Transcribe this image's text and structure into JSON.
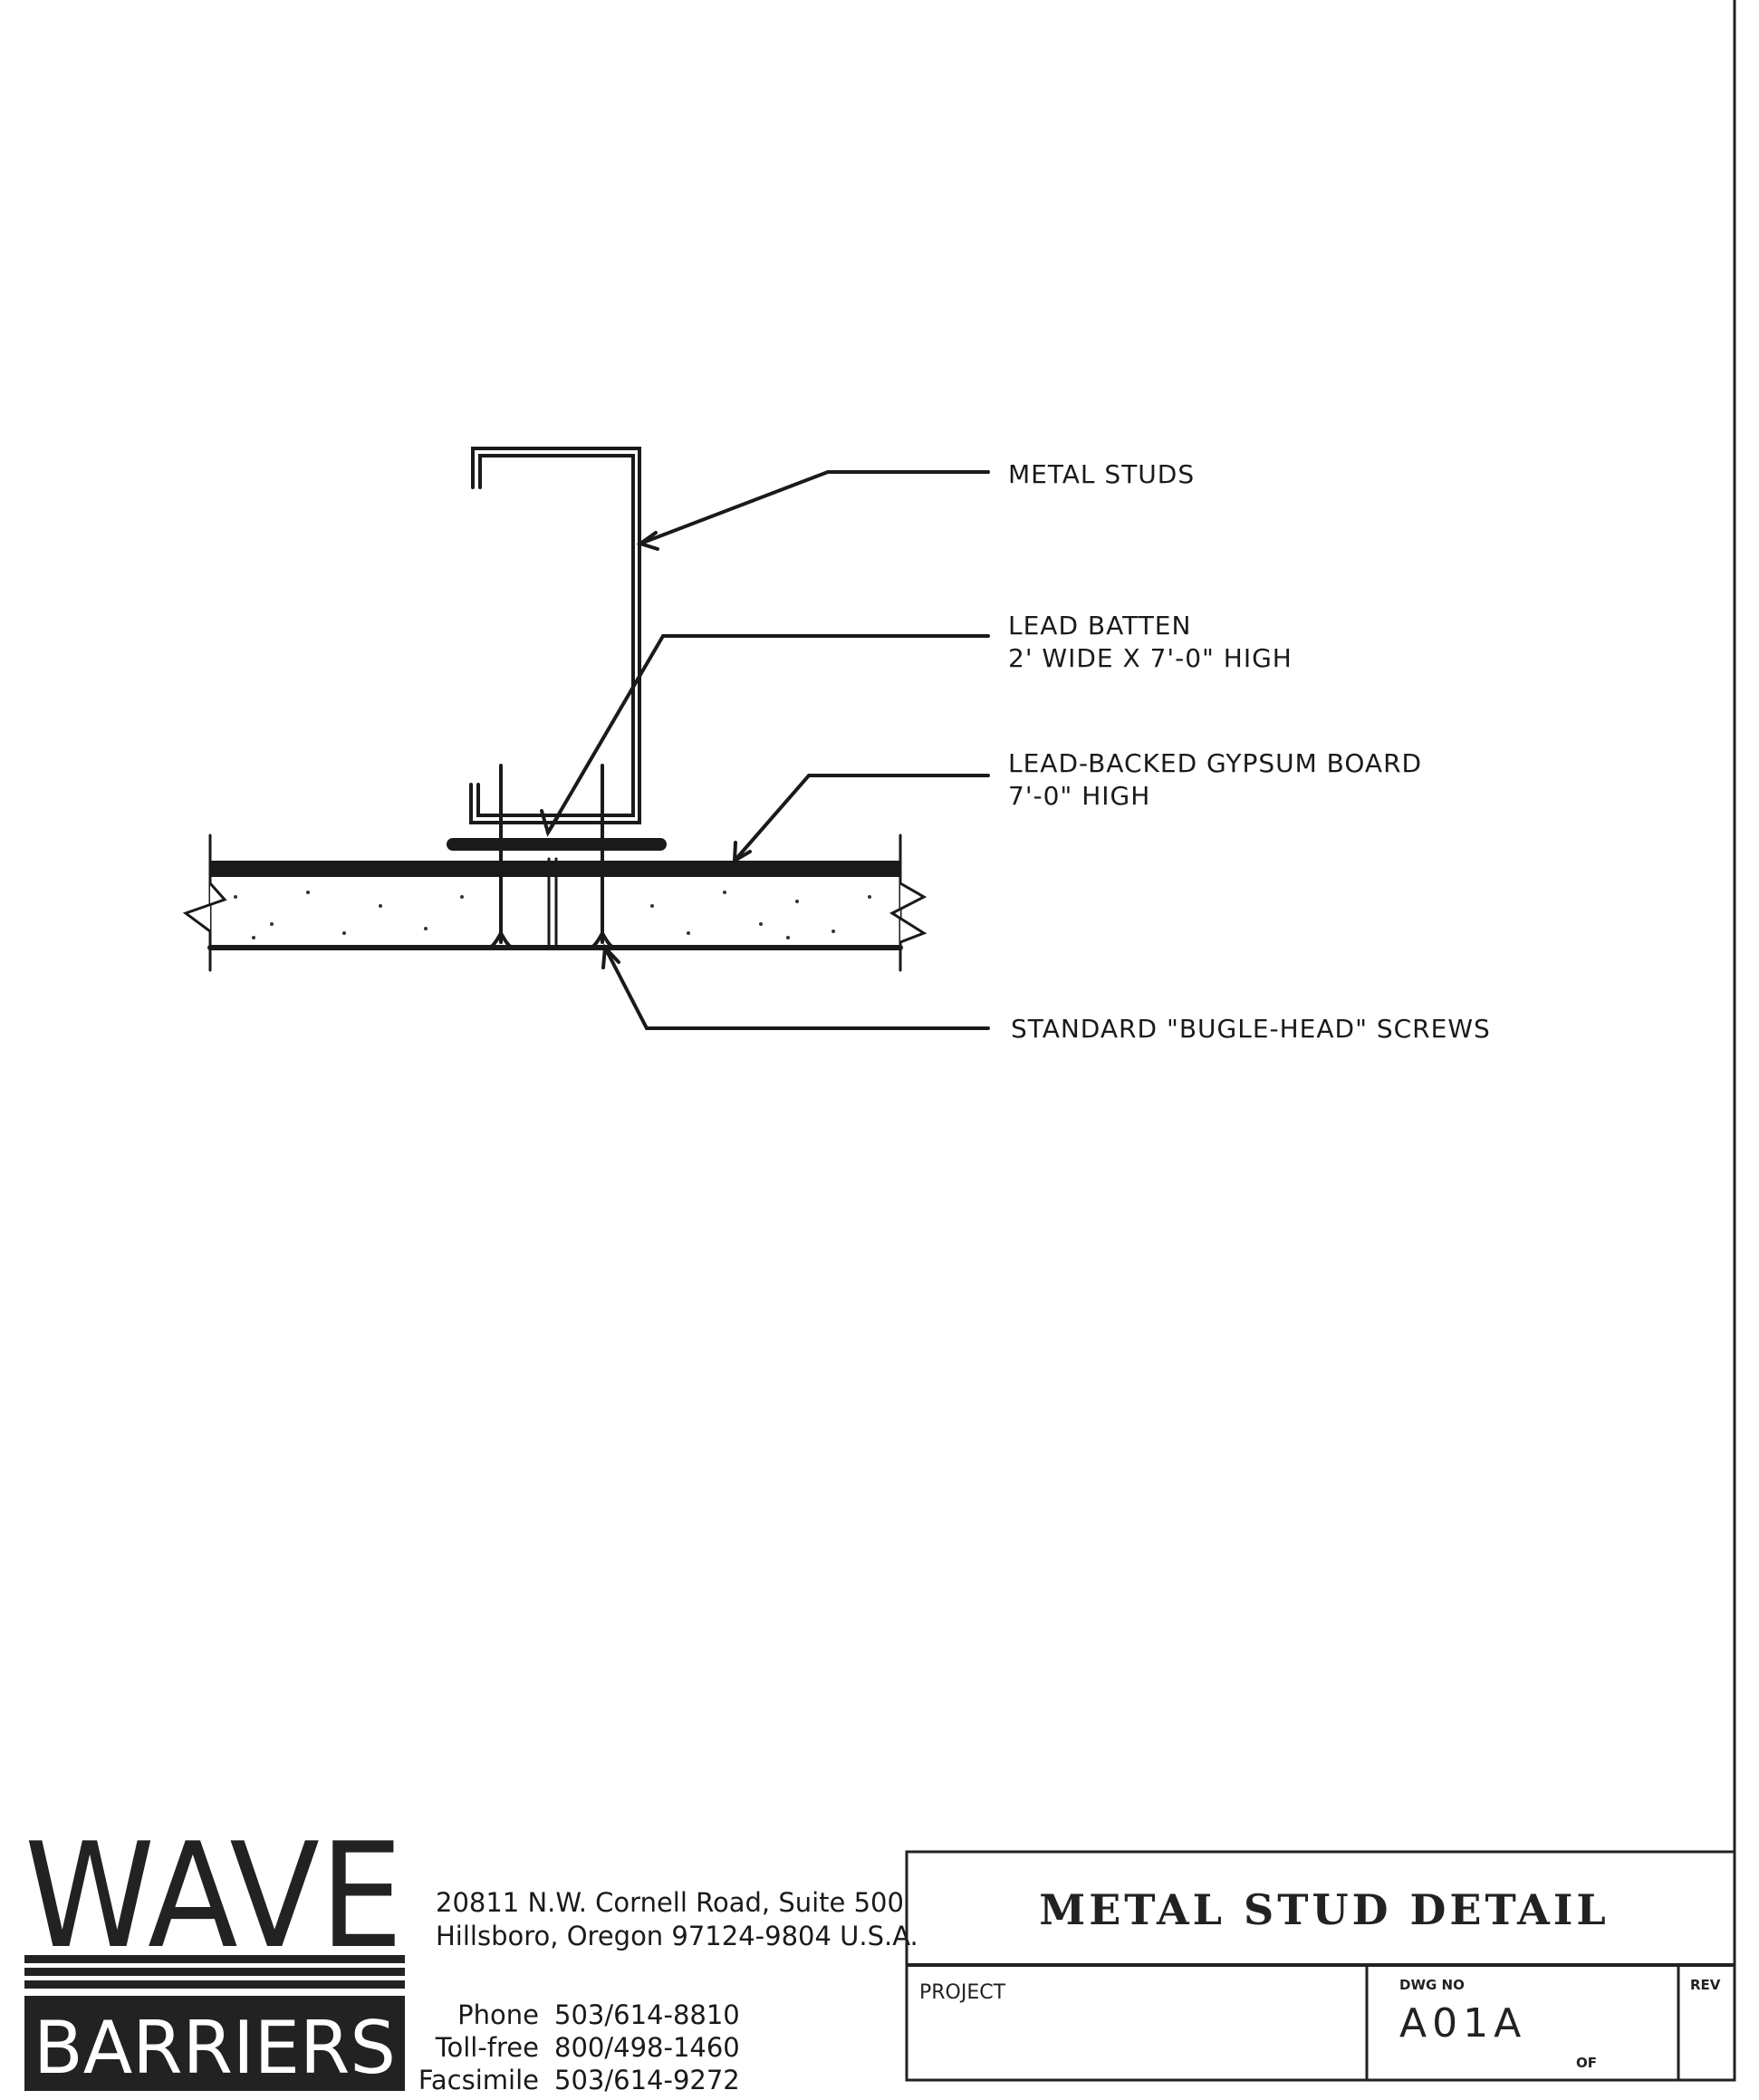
{
  "drawing": {
    "callouts": {
      "metal_studs": "METAL STUDS",
      "lead_batten_1": "LEAD BATTEN",
      "lead_batten_2": "2' WIDE X 7'-0\" HIGH",
      "gypsum_1": "LEAD-BACKED GYPSUM BOARD",
      "gypsum_2": "7'-0\" HIGH",
      "screws": "STANDARD \"BUGLE-HEAD\" SCREWS"
    }
  },
  "company": {
    "logo_top": "WAVE",
    "logo_bottom": "BARRIERS",
    "address_line1": "20811 N.W. Cornell Road, Suite 500",
    "address_line2": "Hillsboro, Oregon 97124-9804 U.S.A.",
    "phone_label": "Phone",
    "phone": "503/614-8810",
    "tollfree_label": "Toll-free",
    "tollfree": "800/498-1460",
    "fax_label": "Facsimile",
    "fax": "503/614-9272"
  },
  "title_block": {
    "title": "METAL STUD DETAIL",
    "project_label": "PROJECT",
    "dwg_no_label": "DWG NO",
    "dwg_no": "A01A",
    "of_label": "OF",
    "rev_label": "REV"
  }
}
